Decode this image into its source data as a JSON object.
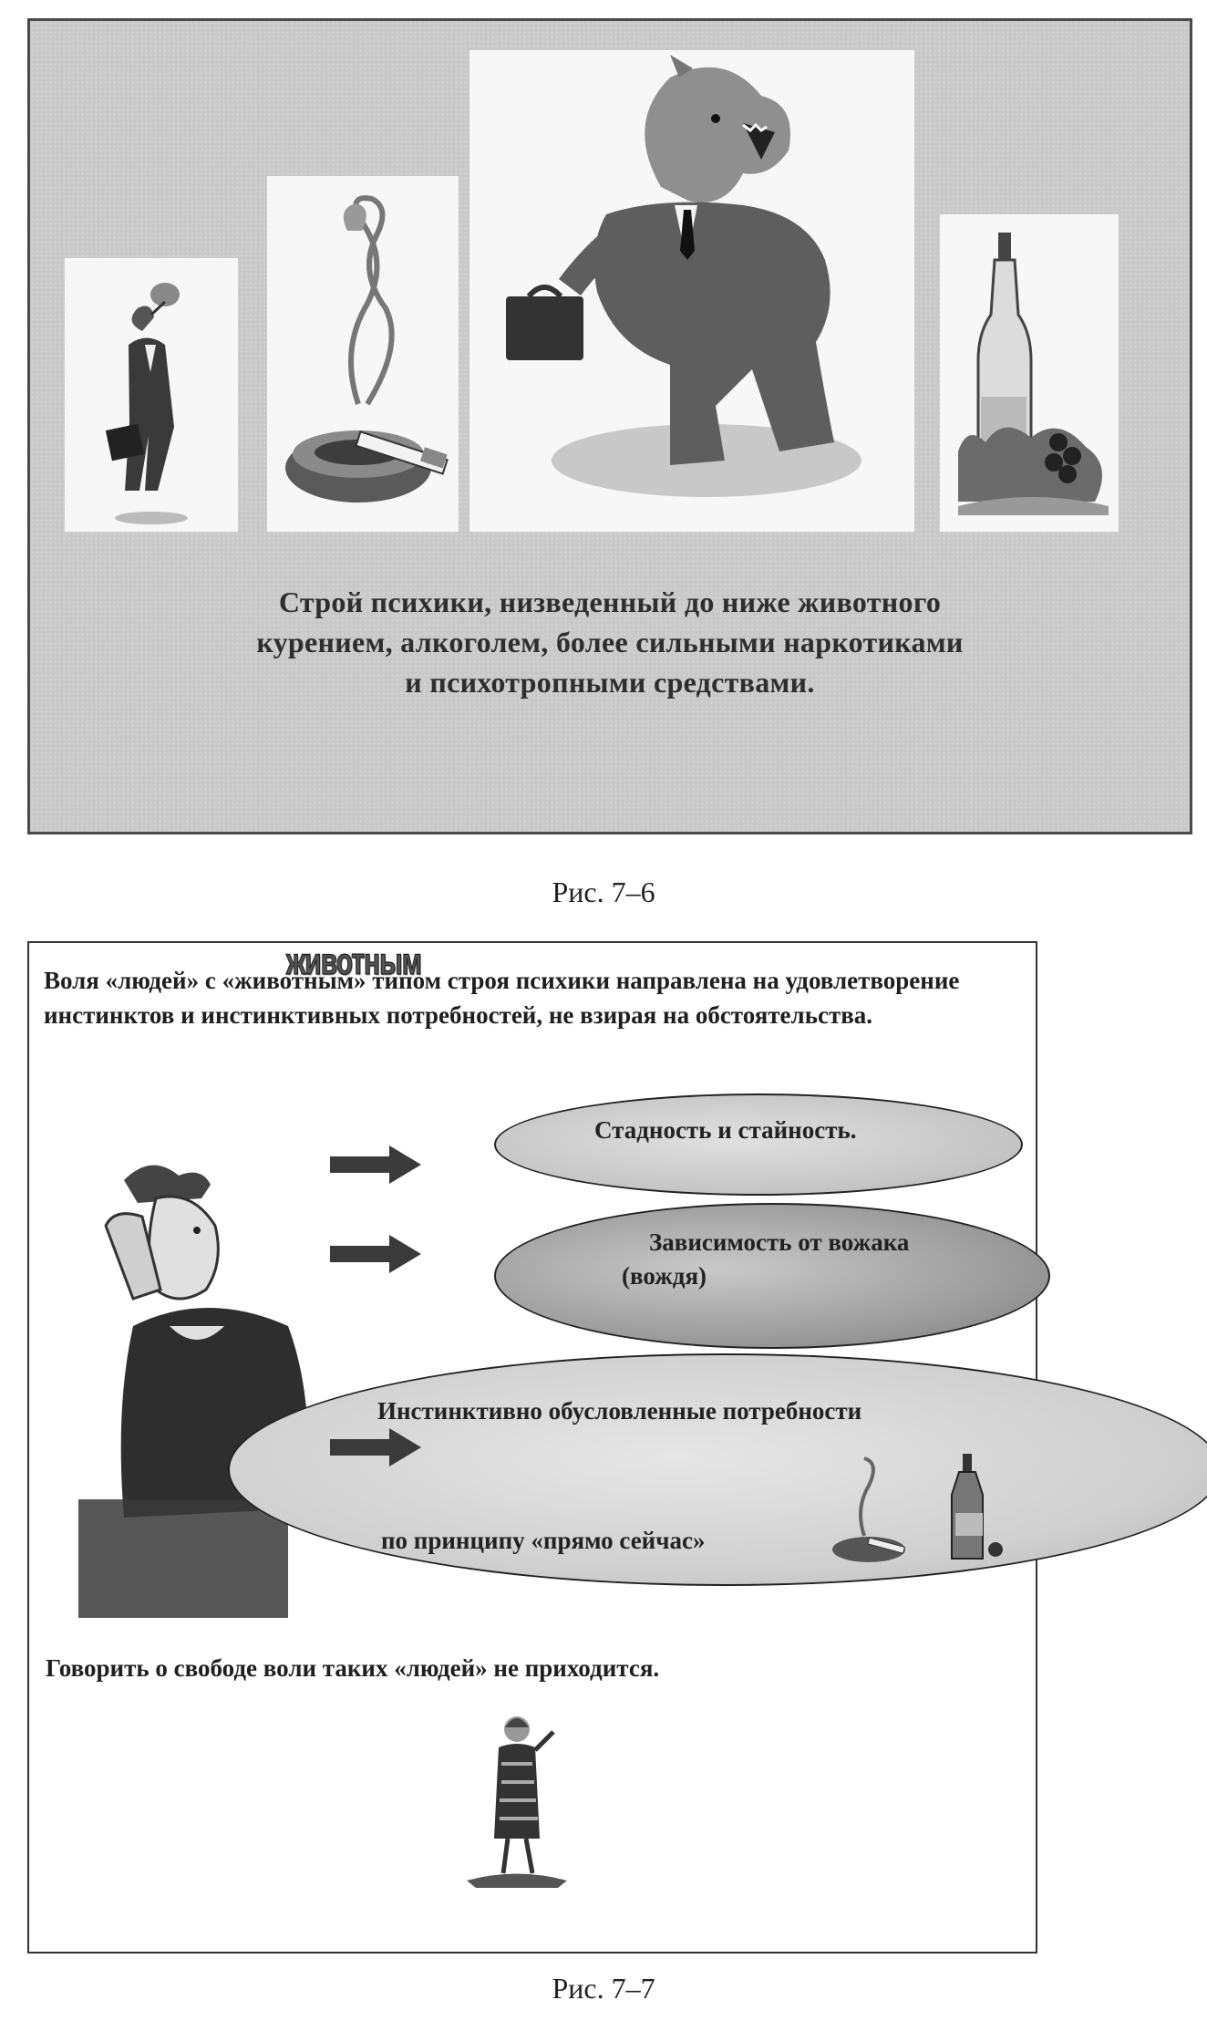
{
  "figure_1": {
    "caption_lines": [
      "Строй психики, низведенный до ниже животного",
      "курением, алкоголем, более сильными наркотиками",
      "и психотропными средствами."
    ],
    "label": "Рис. 7–6"
  },
  "figure_2": {
    "wordart": "животным",
    "heading": "Воля «людей» с «животным» типом строя психики направлена на удовлетворение инстинктов и инстинктивных потребностей, не взирая на обстоятельства.",
    "ellipses": {
      "first": "Стадность и стайность.",
      "second_line1": "Зависимость от вожака",
      "second_line2": "(вождя)",
      "third_line1": "Инстинктивно обусловленные потребности",
      "third_line2": "по принципу «прямо сейчас»"
    },
    "conclusion": "Говорить о свободе воли таких «людей» не приходится.",
    "label": "Рис. 7–7"
  },
  "colors": {
    "panel_bg": "#c9c9c9",
    "ellipse_dark": "#8f8f8f",
    "ink": "#1a1a1a"
  }
}
